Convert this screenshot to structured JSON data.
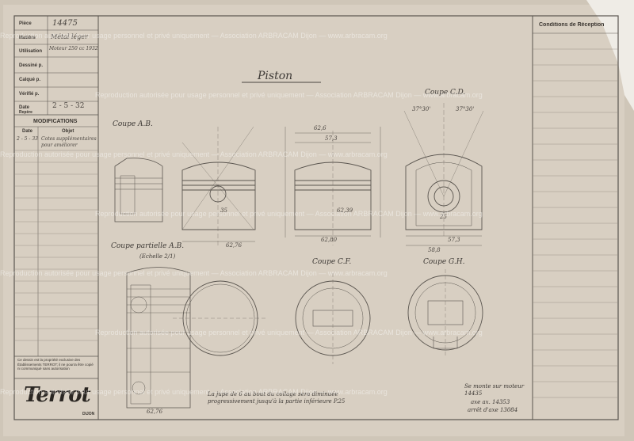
{
  "title_block": {
    "piece_label": "Pièce",
    "piece_value": "14475",
    "matiere_label": "Matière",
    "matiere_value": "Métal léger",
    "utilisation_label": "Utilisation",
    "utilisation_value": "Moteur 250 cc 1932",
    "dessine_label": "Dessiné p.",
    "calque_label": "Calqué p.",
    "verifie_label": "Vérifié p.",
    "date_label": "Date",
    "date_value": "2 - 5 - 32",
    "repere_label": "Repère"
  },
  "modifications": {
    "title": "MODIFICATIONS",
    "col_date": "Date",
    "col_objet": "Objet",
    "row_date": "2 - 5 - 33",
    "row_objet": "Cotes supplémentaires pour améliorer"
  },
  "conditions_header": "Conditions de Réception",
  "drawing_title": "Piston",
  "section_labels": {
    "coupe_ab": "Coupe A.B.",
    "coupe_cd": "Coupe C.D.",
    "coupe_partielle": "Coupe partielle A.B.",
    "echelle": "(Echelle 2/1)",
    "coupe_ef": "Coupe C.F.",
    "coupe_gh": "Coupe G.H."
  },
  "dimensions": {
    "d1": "62,6",
    "d2": "57,3",
    "d3": "37°30'",
    "d4": "37°30'",
    "d5": "62,76",
    "d6": "62,80",
    "d7": "62,39",
    "d8": "57,3",
    "d9": "58,8",
    "d10": "25",
    "d11": "35",
    "d12": "62,76"
  },
  "notes": {
    "note_bottom": "La jupe de 6 au bout du collage sera diminuée progressivement jusqu'à la partie inférieure P.25",
    "note_right_1": "Se monte sur moteur 14435",
    "note_right_2": "axe ax. 14353",
    "note_right_3": "arrêt d'axe 13084"
  },
  "legal_text": "Ce dessin est la propriété exclusive des Établissements TERROT; il ne pourra être copié ni communiqué sans autorisation",
  "brand": {
    "logo_text": "Terrot",
    "city": "DIJON"
  },
  "watermark_text": "Reproduction autorisée pour usage personnel et privé uniquement — Association ARBRACAM Dijon — www.arbracam.org"
}
